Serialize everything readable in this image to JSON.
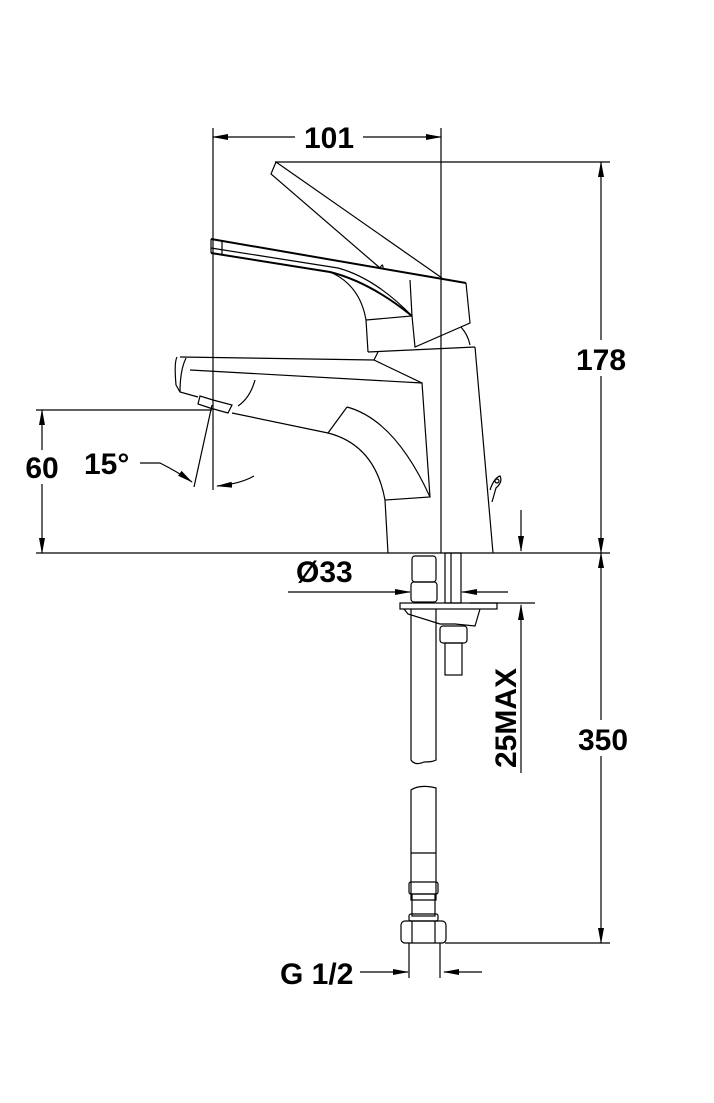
{
  "drawing": {
    "title": "Basin mixer dimension drawing",
    "dimensions": {
      "spout_reach": "101",
      "total_height": "178",
      "spout_height": "60",
      "spout_angle": "15°",
      "body_diameter": "Ø33",
      "max_deck_thickness": "25MAX",
      "hose_length": "350",
      "connection_thread": "G 1/2"
    }
  }
}
